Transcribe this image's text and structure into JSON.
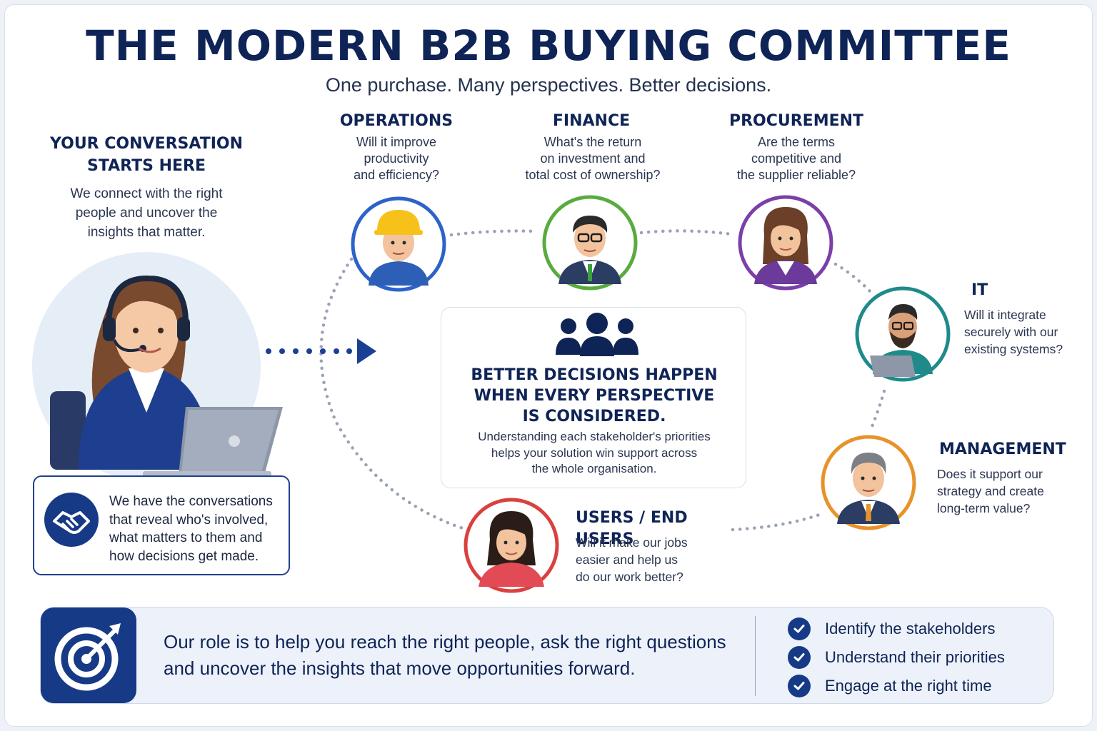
{
  "title": "THE MODERN B2B BUYING COMMITTEE",
  "subtitle": "One purchase. Many perspectives. Better decisions.",
  "intro": {
    "heading": "YOUR CONVERSATION\nSTARTS HERE",
    "body": "We connect with the right\npeople and uncover the\ninsights that matter."
  },
  "card": {
    "text": "We have the conversations\nthat reveal who's involved,\nwhat matters to them and\nhow decisions get made."
  },
  "center": {
    "heading": "BETTER DECISIONS HAPPEN\nWHEN EVERY PERSPECTIVE\nIS CONSIDERED.",
    "body": "Understanding each stakeholder's priorities\nhelps your solution win support across\nthe whole organisation."
  },
  "stakeholders": [
    {
      "name": "OPERATIONS",
      "question": "Will it improve\nproductivity\nand efficiency?",
      "color": "#2c63c9"
    },
    {
      "name": "FINANCE",
      "question": "What's the return\non investment and\ntotal cost of ownership?",
      "color": "#5aab3e"
    },
    {
      "name": "PROCUREMENT",
      "question": "Are the terms\ncompetitive and\nthe supplier reliable?",
      "color": "#7b3fa8"
    },
    {
      "name": "IT",
      "question": "Will it integrate\nsecurely with our\nexisting systems?",
      "color": "#1f8a8a"
    },
    {
      "name": "MANAGEMENT",
      "question": "Does it support our\nstrategy and create\nlong-term value?",
      "color": "#e8922a"
    },
    {
      "name": "USERS / END USERS",
      "question": "Will it make our jobs\neasier and help us\ndo our work better?",
      "color": "#d9413f"
    }
  ],
  "footer": {
    "role": "Our role is to help you reach the right people, ask the right questions\nand uncover the insights that move opportunities forward.",
    "checklist": [
      "Identify the stakeholders",
      "Understand their priorities",
      "Engage at the right time"
    ]
  },
  "icons": {
    "agent": "customer-service-agent-icon",
    "handshake": "handshake-icon",
    "people": "people-group-icon",
    "target": "target-arrow-icon",
    "check": "check-circle-icon"
  },
  "colors": {
    "navy": "#0f2456",
    "accent": "#173a86",
    "dots": "#9aa3b5"
  }
}
